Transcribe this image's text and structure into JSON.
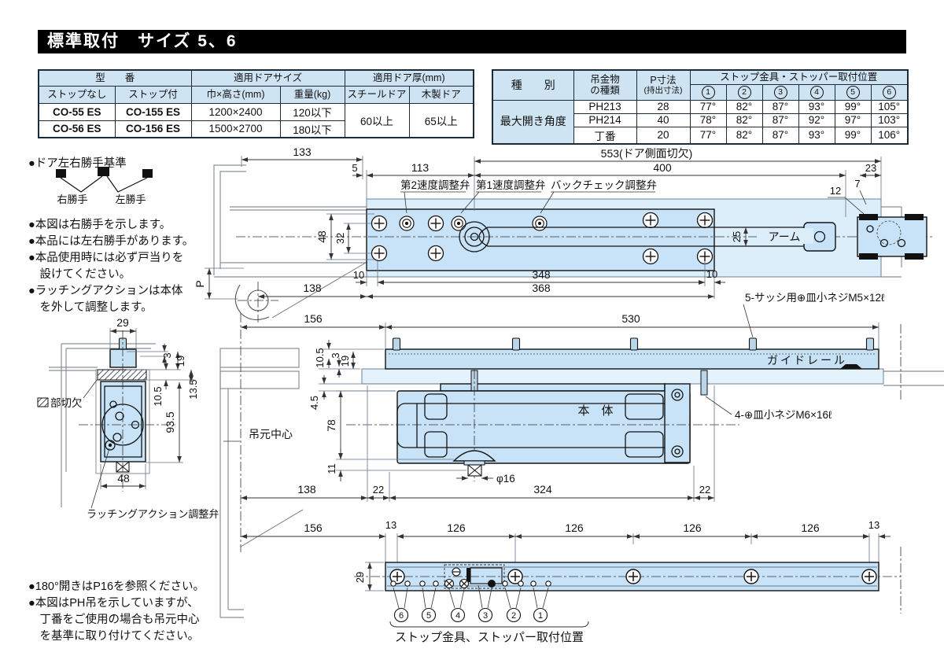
{
  "title": "標準取付　サイズ 5、6",
  "colors": {
    "accent_blue": "#c8e3f7",
    "rail_blue": "#c7e2f5",
    "door_blue": "#ddeefb",
    "header_blue": "#cfe4f3"
  },
  "model_table": {
    "h_model": "型　　番",
    "h_door_size": "適用ドアサイズ",
    "h_thickness": "適用ドア厚(mm)",
    "h_no_stop": "ストップなし",
    "h_with_stop": "ストップ付",
    "h_wh": "巾×高さ(mm)",
    "h_weight": "重量(kg)",
    "h_steel": "スチールドア",
    "h_wood": "木製ドア",
    "rows": [
      [
        "CO-55 ES",
        "CO-155 ES",
        "1200×2400",
        "120以下"
      ],
      [
        "CO-56 ES",
        "CO-156 ES",
        "1500×2700",
        "180以下"
      ]
    ],
    "steel": "60以上",
    "wood": "65以上"
  },
  "angle_table": {
    "h_type": "種　　別",
    "h_hanger1": "吊金物",
    "h_hanger2": "の種類",
    "h_p1": "P寸法",
    "h_p2": "(持出寸法)",
    "h_pos": "ストップ金具・ストッパー取付位置",
    "nums": [
      "1",
      "2",
      "3",
      "4",
      "5",
      "6"
    ],
    "row_label": "最大開き角度",
    "rows": [
      [
        "PH213",
        "28",
        "77°",
        "82°",
        "87°",
        "93°",
        "99°",
        "105°"
      ],
      [
        "PH214",
        "40",
        "78°",
        "82°",
        "87°",
        "92°",
        "97°",
        "103°"
      ],
      [
        "丁番",
        "20",
        "77°",
        "82°",
        "87°",
        "93°",
        "99°",
        "106°"
      ]
    ]
  },
  "swing": {
    "title": "●ドア左右勝手基準",
    "right": "右勝手",
    "left": "左勝手"
  },
  "notes_top": [
    "●本図は右勝手を示します。",
    "●本品には左右勝手があります。",
    "●本品使用時には必ず戸当りを",
    "　設けてください。",
    "●ラッチングアクションは本体",
    "　を外して調整します。"
  ],
  "notes_bottom": [
    "●180°開きはP16を参照ください。",
    "●本図はPH吊を示していますが、",
    "　丁番をご使用の場合も吊元中心",
    "　を基準に取り付けてください。"
  ],
  "drawing": {
    "labels": {
      "valve2": "第2速度調整弁",
      "valve1": "第1速度調整弁",
      "backcheck": "バックチェック調整弁",
      "arm": "アーム",
      "hinge_center": "吊元中心",
      "guide_rail": "ガイドレール",
      "body": "本　体",
      "screw5": "5-サッシ用⊕皿小ネジM5×12ℓ",
      "screw4": "4-⊕皿小ネジM6×16ℓ",
      "cutout": "部切欠",
      "latching": "ラッチングアクション調整弁",
      "stop_position": "ストップ金具、ストッパー取付位置",
      "phi16": "φ16",
      "p": "P"
    },
    "dims": {
      "d133": "133",
      "d5": "5",
      "d113": "113",
      "d553": "553(ドア側面切欠)",
      "d400": "400",
      "d23": "23",
      "d12": "12",
      "d7": "7",
      "d48": "48",
      "d32": "32",
      "d25": "25",
      "d10a": "10",
      "d348": "348",
      "d10b": "10",
      "d138a": "138",
      "d368": "368",
      "d156a": "156",
      "d530": "530",
      "d105a": "10.5",
      "d3a": "3",
      "d19a": "19",
      "d45": "4.5",
      "d78": "78",
      "d11": "11",
      "d138b": "138",
      "d22a": "22",
      "d324": "324",
      "d22b": "22",
      "d29a": "29",
      "d3b": "3",
      "d19b": "19",
      "d105b": "10.5",
      "d135": "13.5",
      "d935": "93.5",
      "d48b": "48",
      "d156b": "156",
      "d13a": "13",
      "d126a": "126",
      "d126b": "126",
      "d126c": "126",
      "d126d": "126",
      "d13b": "13",
      "d29b": "29"
    },
    "nums": [
      "6",
      "5",
      "4",
      "3",
      "2",
      "1"
    ]
  }
}
